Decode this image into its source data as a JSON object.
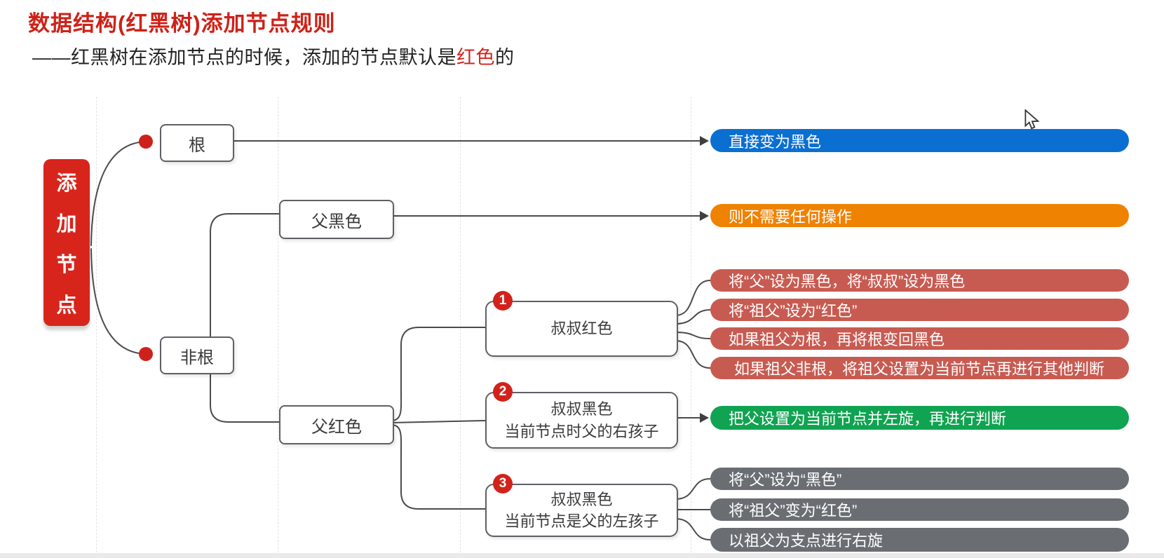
{
  "header": {
    "title": "数据结构(红黑树)添加节点规则",
    "subtitle_prefix": "——红黑树在添加节点的时候，添加的节点默认是",
    "subtitle_highlight": "红色",
    "subtitle_suffix": "的"
  },
  "tree": {
    "root": {
      "label": "添加节点",
      "chars": [
        "添",
        "加",
        "节",
        "点"
      ]
    },
    "level1": {
      "root_case": {
        "label": "根"
      },
      "nonroot_case": {
        "label": "非根"
      }
    },
    "level2": {
      "parent_black": {
        "label": "父黑色"
      },
      "parent_red": {
        "label": "父红色"
      }
    },
    "cases": [
      {
        "num": "1",
        "line1": "叔叔红色",
        "line2": ""
      },
      {
        "num": "2",
        "line1": "叔叔黑色",
        "line2": "当前节点时父的右孩子"
      },
      {
        "num": "3",
        "line1": "叔叔黑色",
        "line2": "当前节点是父的左孩子"
      }
    ]
  },
  "results": {
    "root_action": "直接变为黑色",
    "parent_black_action": "则不需要任何操作",
    "case1_actions": [
      "将“父”设为黑色，将“叔叔”设为黑色",
      "将“祖父”设为“红色”",
      "如果祖父为根，再将根变回黑色",
      "如果祖父非根，将祖父设置为当前节点再进行其他判断"
    ],
    "case2_action": "把父设置为当前节点并左旋，再进行判断",
    "case3_actions": [
      "将“父”设为“黑色”",
      "将“祖父”变为“红色”",
      "以祖父为支点进行右旋"
    ]
  },
  "colors": {
    "title_red": "#cd2218",
    "node_red": "#d8251c",
    "bar_blue": "#0b6fd2",
    "bar_orange": "#f08201",
    "bar_brick_red": "#c85b51",
    "bar_green": "#10a351",
    "bar_gray": "#6a6e73",
    "connector": "#4b4b4b"
  }
}
